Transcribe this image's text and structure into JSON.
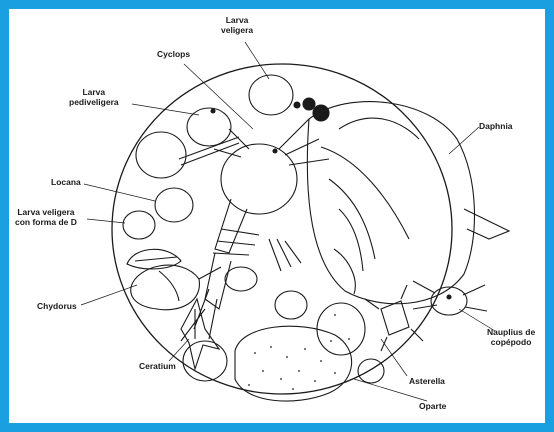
{
  "figure": {
    "frame_color": "#1aa0e0",
    "ink_color": "#1a1a1a",
    "labels": {
      "larva_veligera": {
        "line1": "Larva",
        "line2": "veligera"
      },
      "cyclops": "Cyclops",
      "larva_pediveligera": {
        "line1": "Larva",
        "line2": "pediveligera"
      },
      "daphnia": "Daphnia",
      "locana": "Locana",
      "larva_d": {
        "line1": "Larva veligera",
        "line2": "con forma de D"
      },
      "chydorus": "Chydorus",
      "nauplius": {
        "line1": "Nauplius de",
        "line2": "copépodo"
      },
      "ceratium": "Ceratium",
      "asterella": "Asterella",
      "oparte": "Oparte"
    }
  }
}
